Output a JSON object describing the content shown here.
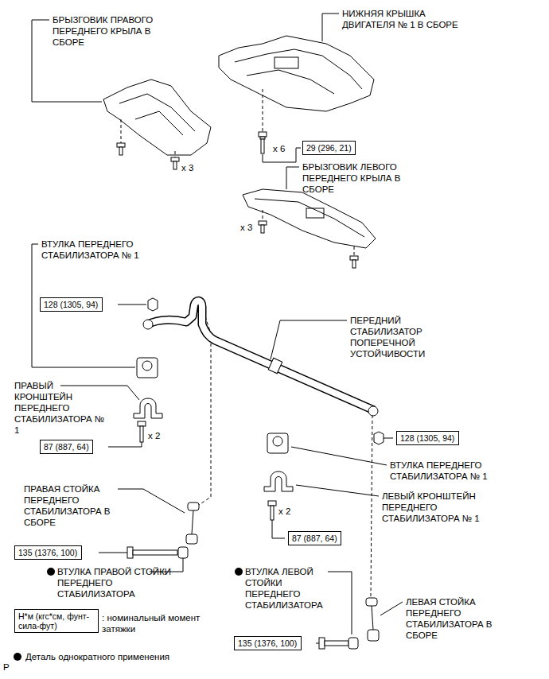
{
  "diagram": {
    "nodes": [
      {
        "text": [
          "29 (296, 21)"
        ]
      },
      {
        "text": [
          "128 (1305, 94)"
        ]
      },
      {
        "text": [
          "87 (887, 64)"
        ]
      },
      {
        "text": [
          "128 (1305, 94)"
        ]
      },
      {
        "text": [
          "87 (887, 64)"
        ]
      },
      {
        "text": [
          "135 (1376, 100)"
        ]
      },
      {
        "text": [
          "Н*м (кгс*см, фунт-сила-фут)"
        ]
      },
      {
        "text": [
          "135 (1376, 100)"
        ]
      }
    ],
    "labels": [
      "БРЫЗГОВИК ПРАВОГО ПЕРЕДНЕГО КРЫЛА В СБОРЕ",
      "НИЖНЯЯ КРЫШКА ДВИГАТЕЛЯ № 1 В СБОРЕ",
      "x 6",
      "x 3",
      "БРЫЗГОВИК ЛЕВОГО ПЕРЕДНЕГО КРЫЛА В СБОРЕ",
      "x 3",
      "ВТУЛКА ПЕРЕДНЕГО СТАБИЛИЗАТОРА № 1",
      "ПЕРЕДНИЙ СТАБИЛИЗАТОР ПОПЕРЕЧНОЙ УСТОЙЧИВОСТИ",
      "ПРАВЫЙ КРОНШТЕЙН ПЕРЕДНЕГО СТАБИЛИЗАТОРА № 1",
      "x 2",
      "ВТУЛКА ПЕРЕДНЕГО СТАБИЛИЗАТОРА № 1",
      "ЛЕВЫЙ КРОНШТЕЙН ПЕРЕДНЕГО СТАБИЛИЗАТОРА № 1",
      "x 2",
      "ПРАВАЯ СТОЙКА ПЕРЕДНЕГО СТАБИЛИЗАТОРА В СБОРЕ",
      "ВТУЛКА ПРАВОЙ СТОЙКИ ПЕРЕДНЕГО СТАБИЛИЗАТОРА",
      "ВТУЛКА ЛЕВОЙ СТОЙКИ ПЕРЕДНЕГО СТАБИЛИЗАТОРА",
      "ЛЕВАЯ СТОЙКА ПЕРЕДНЕГО СТАБИЛИЗАТОРА В СБОРЕ",
      "P"
    ],
    "legend": [
      {
        "text": ": номинальный момент затяжки"
      },
      {
        "text": "Деталь однократного применения"
      }
    ]
  }
}
